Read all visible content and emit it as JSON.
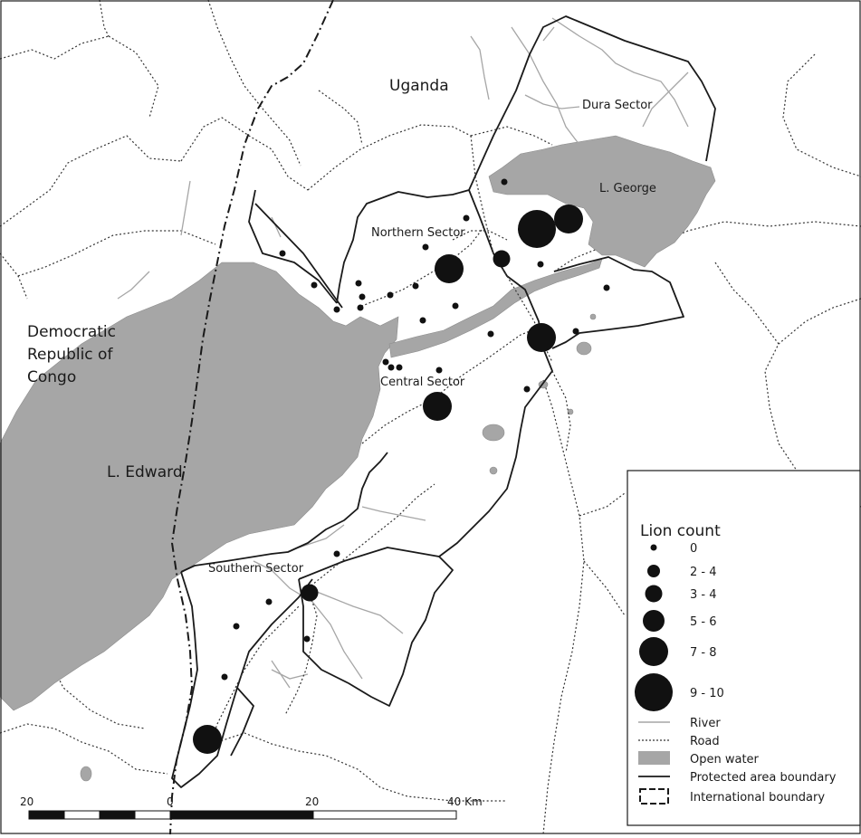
{
  "countries": {
    "uganda": "Uganda",
    "drc": [
      "Democratic",
      "Republic of",
      "Congo"
    ]
  },
  "lakes": {
    "edward": "L. Edward",
    "george": "L. George"
  },
  "sectors": {
    "dura": "Dura Sector",
    "northern": "Northern Sector",
    "central": "Central Sector",
    "southern": "Southern Sector"
  },
  "legend": {
    "title": "Lion count",
    "classes": [
      "0",
      "2 - 4",
      "3 - 4",
      "5 - 6",
      "7 - 8",
      "9 - 10"
    ],
    "river": "River",
    "road": "Road",
    "open_water": "Open water",
    "protected_area": "Protected area boundary",
    "international_boundary": "International boundary"
  },
  "scale_bar": {
    "labels": [
      "20",
      "0",
      "20",
      "40 Km"
    ]
  },
  "colors": {
    "water": "#a6a6a6",
    "river": "#a6a6a6",
    "boundary": "#1a1a1a",
    "marker": "#111111"
  },
  "lion_observations": [
    {
      "id": 1,
      "count_class": "9 - 10"
    },
    {
      "id": 2,
      "count_class": "7 - 8"
    },
    {
      "id": 3,
      "count_class": "7 - 8"
    },
    {
      "id": 4,
      "count_class": "7 - 8"
    },
    {
      "id": 5,
      "count_class": "7 - 8"
    },
    {
      "id": 6,
      "count_class": "7 - 8"
    },
    {
      "id": 7,
      "count_class": "3 - 4"
    },
    {
      "id": 8,
      "count_class": "3 - 4"
    },
    {
      "id": 9,
      "count_class": "0"
    },
    {
      "id": 10,
      "count_class": "0"
    },
    {
      "id": 11,
      "count_class": "0"
    },
    {
      "id": 12,
      "count_class": "0"
    },
    {
      "id": 13,
      "count_class": "0"
    },
    {
      "id": 14,
      "count_class": "0"
    },
    {
      "id": 15,
      "count_class": "0"
    },
    {
      "id": 16,
      "count_class": "0"
    },
    {
      "id": 17,
      "count_class": "0"
    },
    {
      "id": 18,
      "count_class": "0"
    },
    {
      "id": 19,
      "count_class": "0"
    },
    {
      "id": 20,
      "count_class": "0"
    },
    {
      "id": 21,
      "count_class": "0"
    },
    {
      "id": 22,
      "count_class": "0"
    },
    {
      "id": 23,
      "count_class": "0"
    },
    {
      "id": 24,
      "count_class": "0"
    },
    {
      "id": 25,
      "count_class": "0"
    },
    {
      "id": 26,
      "count_class": "0"
    },
    {
      "id": 27,
      "count_class": "0"
    },
    {
      "id": 28,
      "count_class": "0"
    },
    {
      "id": 29,
      "count_class": "0"
    },
    {
      "id": 30,
      "count_class": "0"
    },
    {
      "id": 31,
      "count_class": "0"
    },
    {
      "id": 32,
      "count_class": "0"
    },
    {
      "id": 33,
      "count_class": "0"
    },
    {
      "id": 34,
      "count_class": "0"
    },
    {
      "id": 35,
      "count_class": "0"
    }
  ]
}
